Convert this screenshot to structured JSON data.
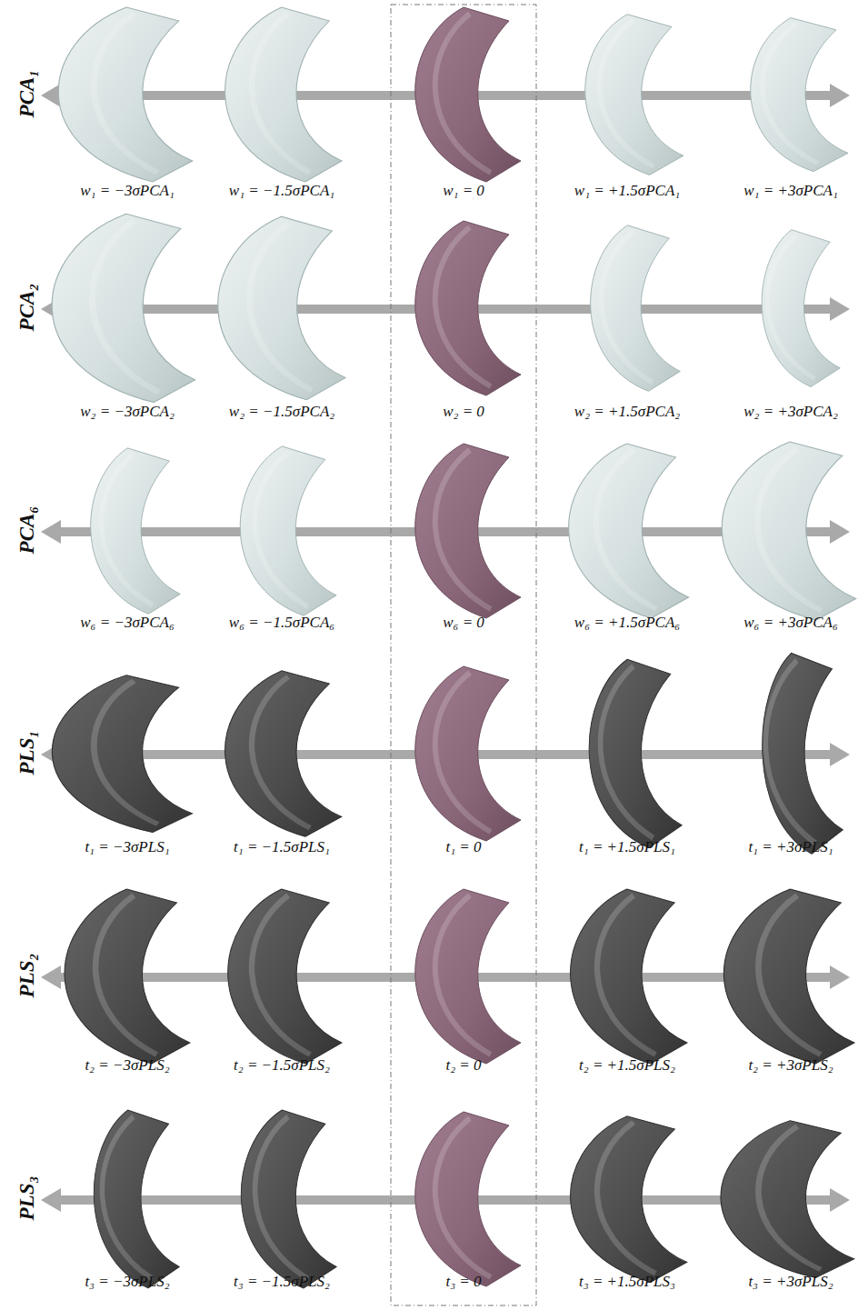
{
  "diagram": {
    "labels": [
      "PCA₁",
      "w₁ = −3σPCA₁",
      "w₁ = −1.5σPCA₁",
      "w₁ = 0",
      "w₁ = +1.5σPCA₁",
      "w₁ = +3σPCA₁",
      "PCA₂",
      "w₂ = −3σPCA₂",
      "w₂ = −1.5σPCA₂",
      "w₂ = 0",
      "w₂ = +1.5σPCA₂",
      "w₂ = +3σPCA₂",
      "PCA₆",
      "w₆ = −3σPCA₆",
      "w₆ = −1.5σPCA₆",
      "w₆ = 0",
      "w₆ = +1.5σPCA₆",
      "w₆ = +3σPCA₆",
      "PLS₁",
      "t₁ = −3σPLS₁",
      "t₁ = −1.5σPLS₁",
      "t₁ = 0",
      "t₁ = +1.5σPLS₁",
      "t₁ = +3σPLS₁",
      "PLS₂",
      "t₂ = −3σPLS₂",
      "t₂ = −1.5σPLS₂",
      "t₂ = 0",
      "t₂ = +1.5σPLS₂",
      "t₂ = +3σPLS₂",
      "PLS₃",
      "t₃ = −3σPLS₂",
      "t₃ = −1.5σPLS₂",
      "t₃ = 0",
      "t₃ = +1.5σPLS₃",
      "t₃ = +3σPLS₂"
    ]
  }
}
